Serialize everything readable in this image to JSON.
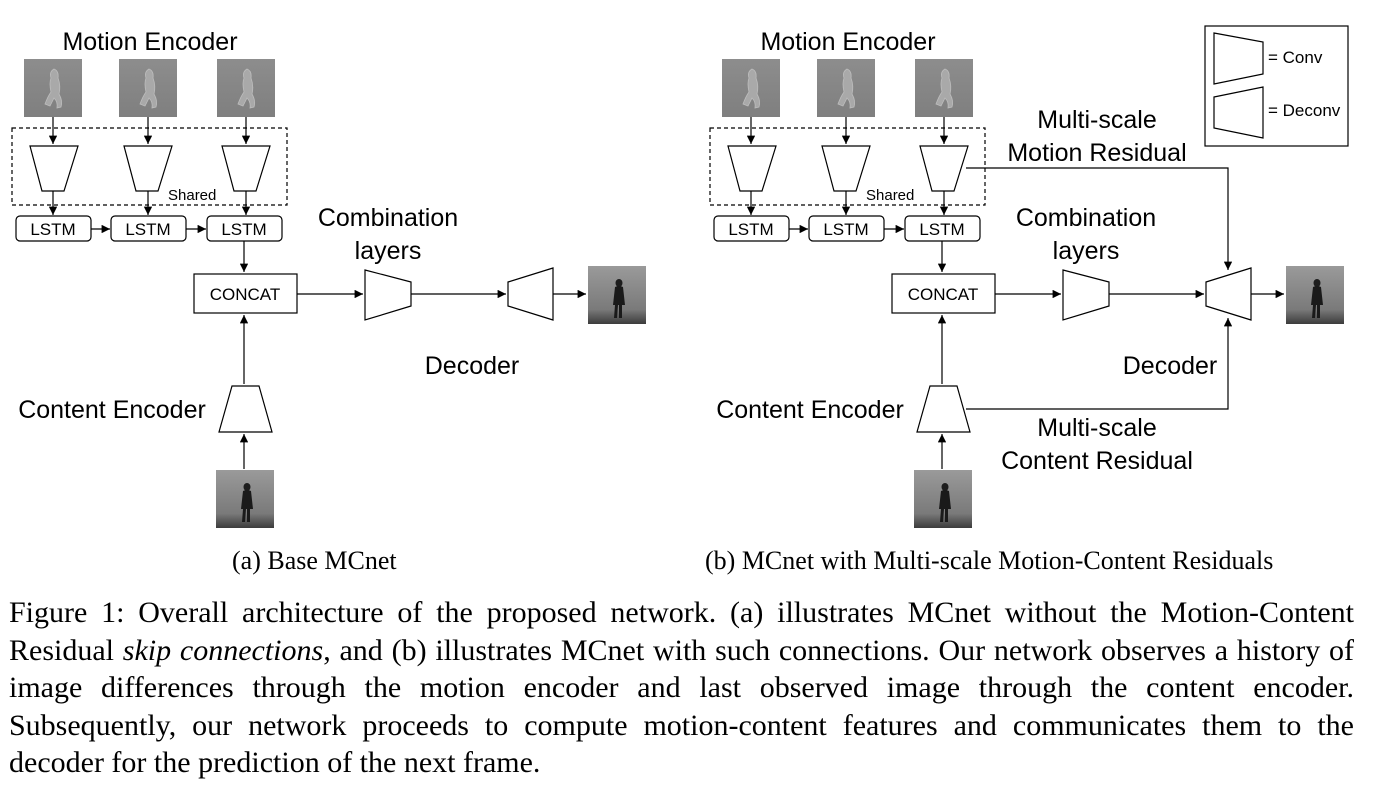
{
  "panel_a": {
    "motion_encoder_label": "Motion Encoder",
    "shared_label": "Shared",
    "lstm_labels": [
      "LSTM",
      "LSTM",
      "LSTM"
    ],
    "concat_label": "CONCAT",
    "combination_label_1": "Combination",
    "combination_label_2": "layers",
    "decoder_label": "Decoder",
    "content_encoder_label": "Content Encoder",
    "subcaption": "(a) Base MCnet"
  },
  "panel_b": {
    "motion_encoder_label": "Motion Encoder",
    "shared_label": "Shared",
    "lstm_labels": [
      "LSTM",
      "LSTM",
      "LSTM"
    ],
    "concat_label": "CONCAT",
    "combination_label_1": "Combination",
    "combination_label_2": "layers",
    "decoder_label": "Decoder",
    "content_encoder_label": "Content Encoder",
    "motion_residual_label_1": "Multi-scale",
    "motion_residual_label_2": "Motion Residual",
    "content_residual_label_1": "Multi-scale",
    "content_residual_label_2": "Content Residual",
    "subcaption": "(b) MCnet with Multi-scale Motion-Content Residuals"
  },
  "legend": {
    "conv_label": "= Conv",
    "deconv_label": "= Deconv"
  },
  "caption": {
    "part1": "Figure 1: Overall architecture of the proposed network. (a) illustrates MCnet without the Motion-Content Residual ",
    "italic": "skip connections",
    "part2": ", and (b) illustrates MCnet with such connections. Our network observes a history of image differences through the motion encoder and last observed image through the content encoder. Subsequently, our network proceeds to compute motion-content features and communicates them to the decoder for the prediction of the next frame."
  }
}
